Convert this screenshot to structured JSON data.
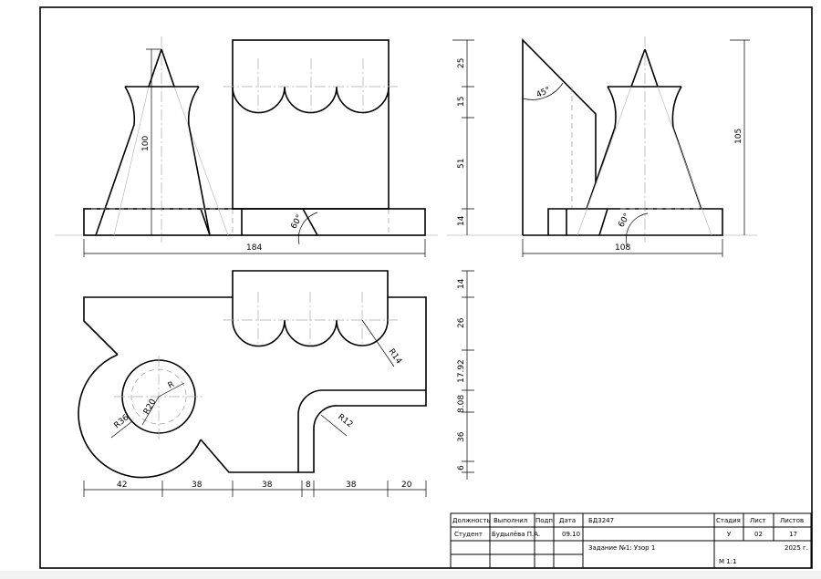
{
  "drawing": {
    "front_view": {
      "dim_width": "184",
      "dim_height": "100",
      "angle": "60°"
    },
    "side_view": {
      "dims_left": [
        "25",
        "15",
        "51",
        "14"
      ],
      "dim_height": "105",
      "dim_width": "108",
      "angle_top": "45°",
      "angle_bottom": "60°"
    },
    "top_view": {
      "dims_bottom": [
        "42",
        "38",
        "38",
        "8",
        "38",
        "20"
      ],
      "dims_right": [
        "14",
        "26",
        "17.92",
        "8.08",
        "36",
        "6"
      ],
      "radii": {
        "r14": "R14",
        "r12": "R12",
        "r36": "R36",
        "r20": "R20",
        "r": "R"
      }
    }
  },
  "title_block": {
    "headers": [
      "Должность",
      "Выполнил",
      "Подп.",
      "Дата"
    ],
    "row1": [
      "Студент",
      "Будылёва П.А.",
      "",
      "09.10"
    ],
    "code": "БД3247",
    "task": "Задание №1: Узор 1",
    "stage_headers": [
      "Стадия",
      "Лист",
      "Листов"
    ],
    "stage_values": [
      "У",
      "02",
      "17"
    ],
    "year": "2025 г.",
    "scale": "М 1:1"
  }
}
